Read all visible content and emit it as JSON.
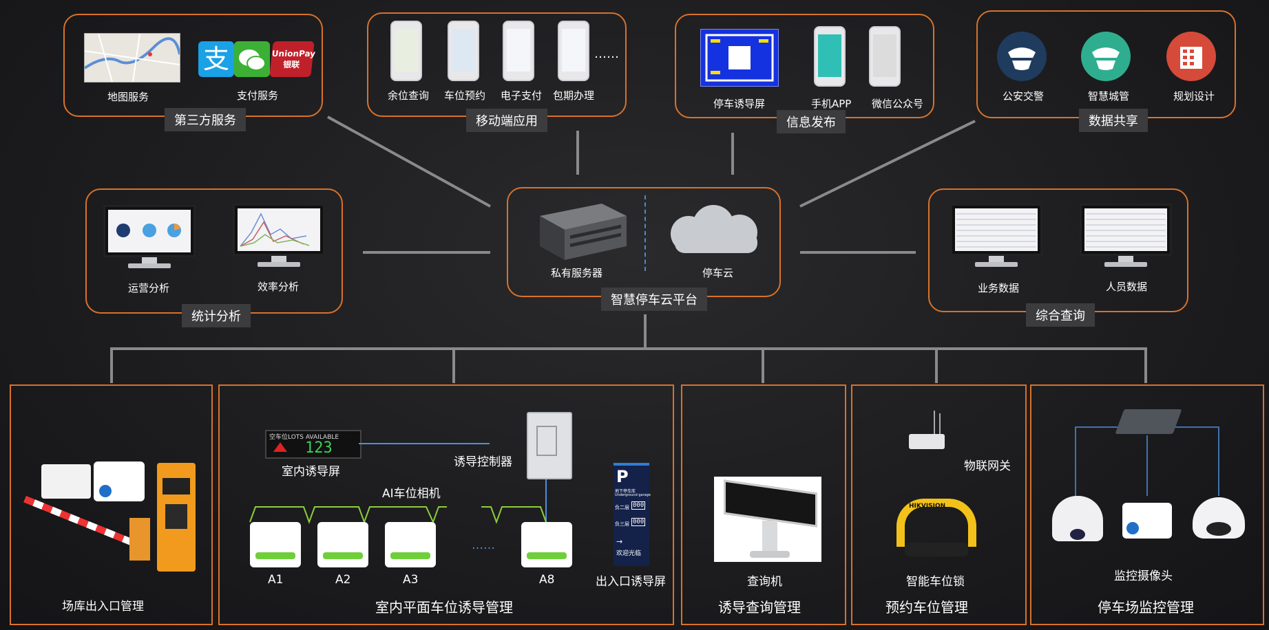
{
  "top_panels": {
    "third_party": {
      "title": "第三方服务",
      "items": [
        "地图服务",
        "支付服务"
      ],
      "unionpay_text": "UnionPay 银联"
    },
    "mobile": {
      "title": "移动端应用",
      "items": [
        "余位查询",
        "车位预约",
        "电子支付",
        "包期办理"
      ],
      "more": "……"
    },
    "publish": {
      "title": "信息发布",
      "items": [
        "停车诱导屏",
        "手机APP",
        "微信公众号"
      ]
    },
    "share": {
      "title": "数据共享",
      "items": [
        "公安交警",
        "智慧城管",
        "规划设计"
      ]
    }
  },
  "middle": {
    "stats": {
      "title": "统计分析",
      "items": [
        "运营分析",
        "效率分析"
      ]
    },
    "platform": {
      "title": "智慧停车云平台",
      "server": "私有服务器",
      "cloud": "停车云"
    },
    "query": {
      "title": "综合查询",
      "items": [
        "业务数据",
        "人员数据"
      ]
    }
  },
  "bottom": {
    "gate": {
      "title": "场库出入口管理"
    },
    "indoor": {
      "title": "室内平面车位诱导管理",
      "screen_label": "室内诱导屏",
      "led_text": "空车位LOTS AVAILABLE",
      "led_number": "123",
      "controller": "诱导控制器",
      "camera_label": "AI车位相机",
      "cameras": [
        "A1",
        "A2",
        "A3",
        "A8"
      ],
      "dots": "……",
      "entrance_screen": "出入口诱导屏",
      "sign_p": "P",
      "sign_title": "地下停车库",
      "sign_sub": "Underground garage",
      "sign_rows": [
        {
          "label": "负二层",
          "value": "000"
        },
        {
          "label": "负三层",
          "value": "000"
        }
      ],
      "sign_welcome": "欢迎光临"
    },
    "kiosk": {
      "title": "诱导查询管理",
      "item": "查询机"
    },
    "lock": {
      "title": "预约车位管理",
      "item": "智能车位锁",
      "gateway": "物联网关",
      "brand": "HIKVISION"
    },
    "monitor": {
      "title": "停车场监控管理",
      "item": "监控摄像头"
    }
  },
  "colors": {
    "accent": "#d9722b",
    "tag_bg": "#3c3c3e",
    "line": "#8a8a8c",
    "green": "#8ccf3a",
    "blue": "#2f7fd6"
  }
}
